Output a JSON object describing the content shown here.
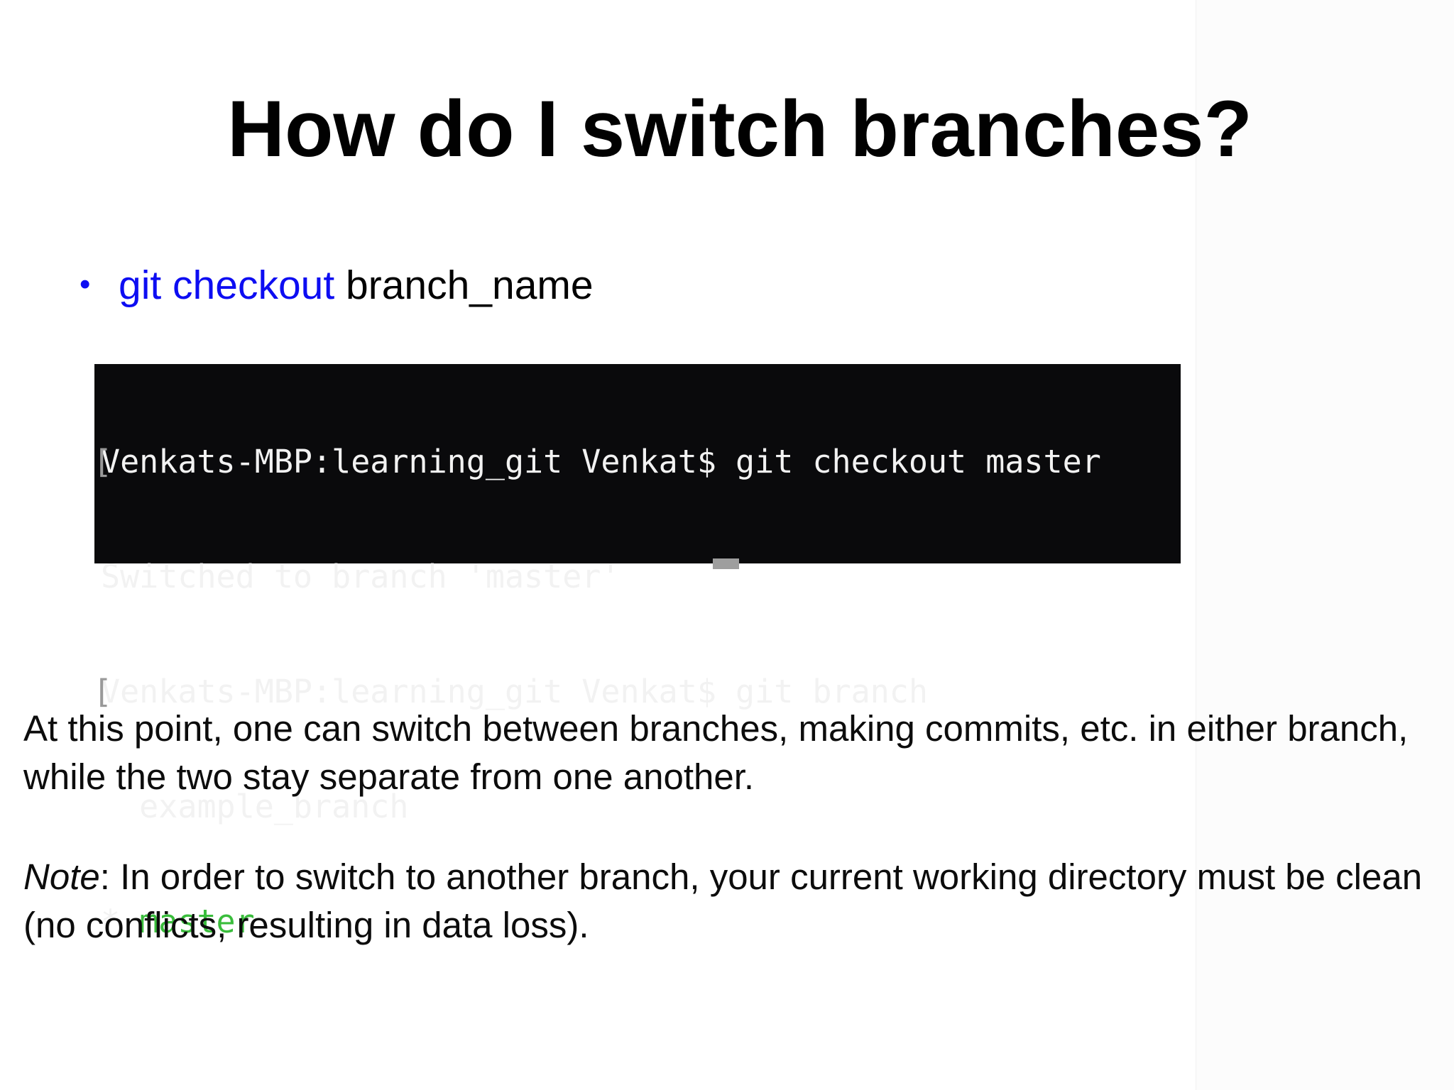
{
  "slide": {
    "title": "How do I switch branches?",
    "bullet": {
      "marker": "•",
      "command": "git checkout ",
      "argument": "branch_name"
    },
    "paragraph": "At this point, one can switch between branches, making commits, etc. in either branch, while the two stay separate from one another.",
    "note_label": "Note",
    "note_rest": ": In order to switch to another branch, your current working directory must be clean (no conflicts, resulting in data loss)."
  },
  "terminal": {
    "line1_bracket": "[",
    "line1": "Venkats-MBP:learning_git Venkat$ git checkout master",
    "line2": "Switched to branch 'master'",
    "line3_bracket": "[",
    "line3": "Venkats-MBP:learning_git Venkat$ git branch",
    "line4": "  example_branch",
    "line5_prefix": "* ",
    "line5_branch": "master"
  },
  "colors": {
    "command_blue": "#0d0df2",
    "branch_green": "#3abd3c",
    "terminal_bg": "#0a0a0c",
    "terminal_fg": "#f2f2f2",
    "bracket_gray": "#999999",
    "artifact_gray": "#9e9e9e"
  }
}
